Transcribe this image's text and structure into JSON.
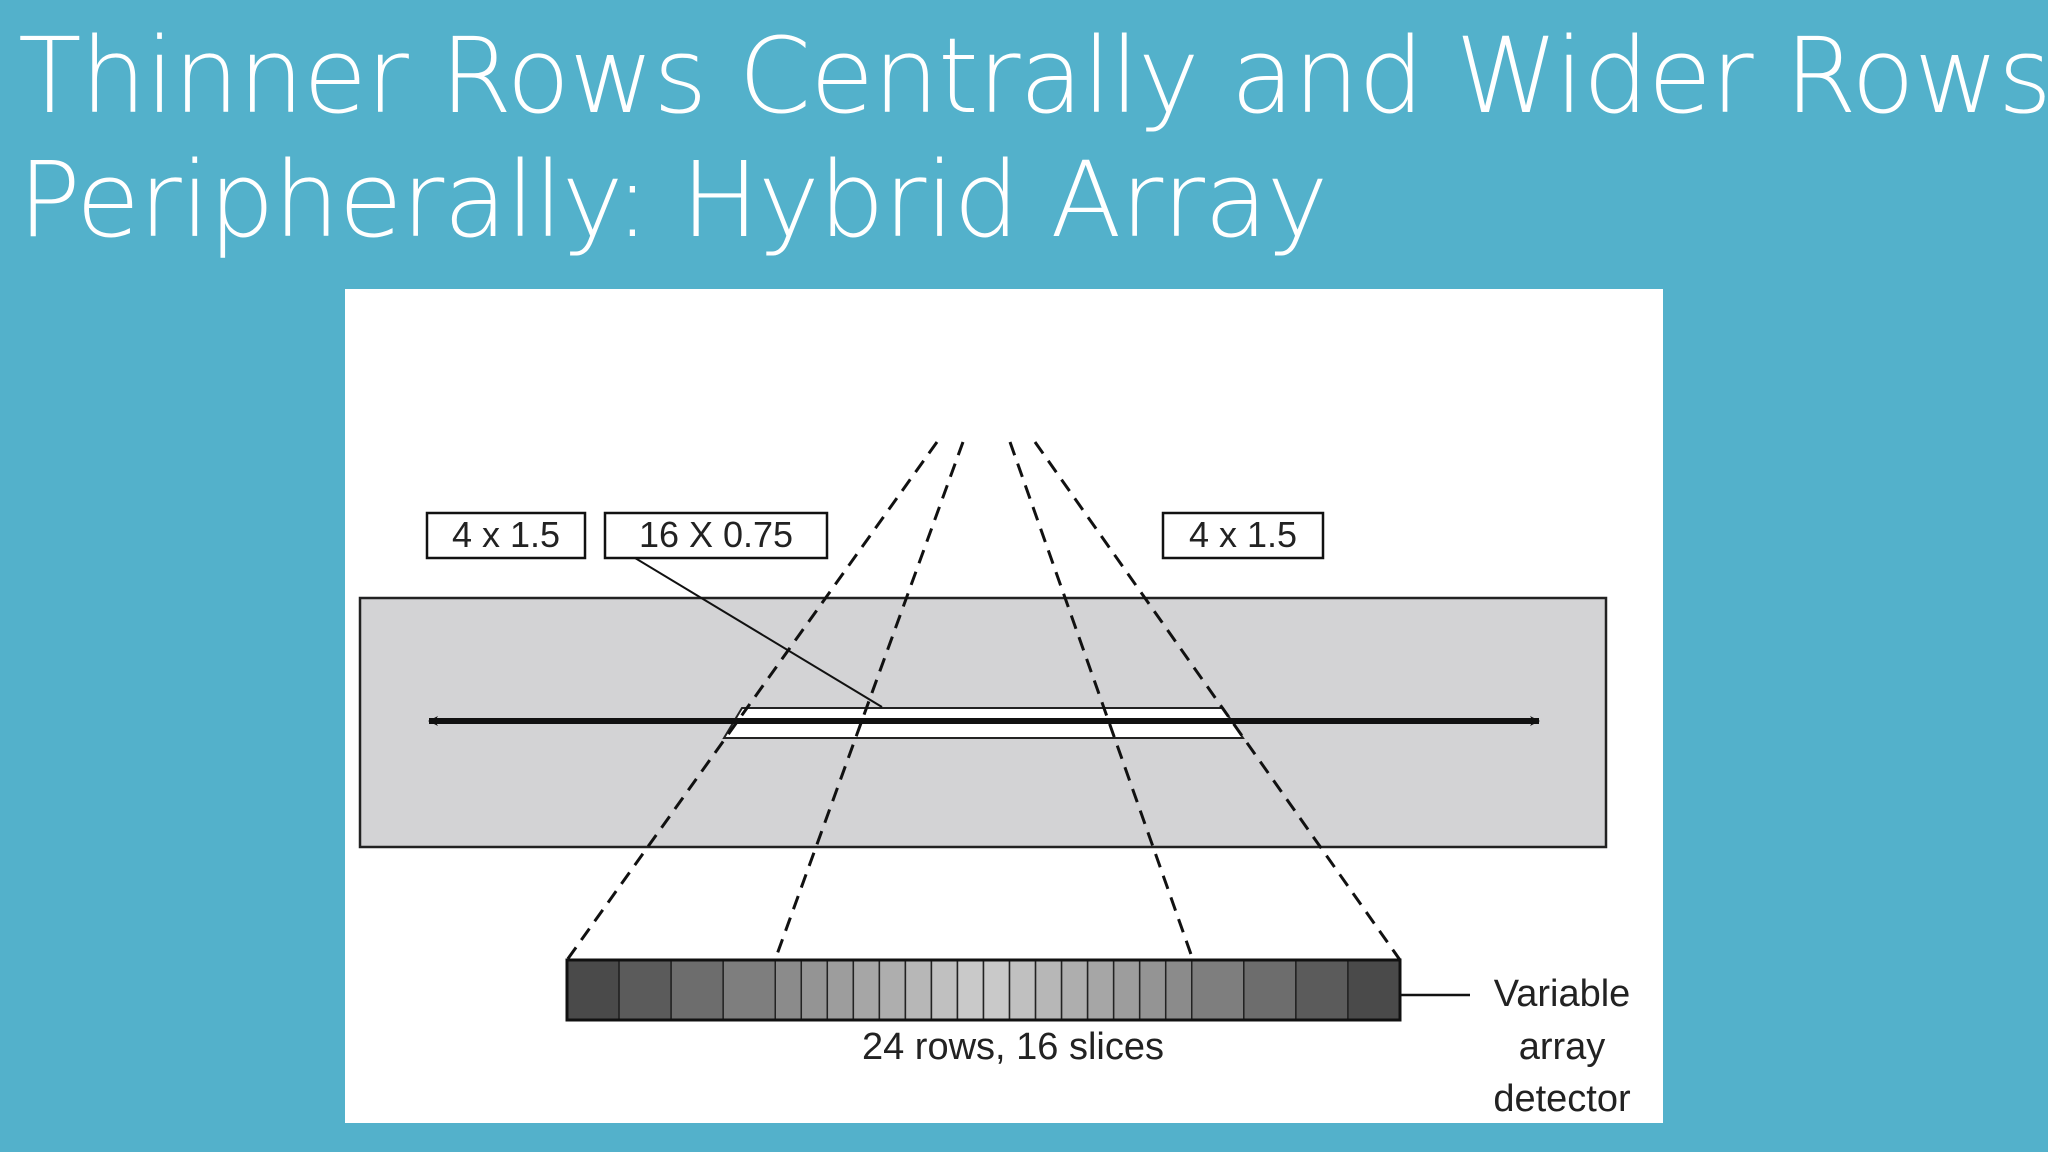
{
  "slide": {
    "title_line1": "Thinner Rows Centrally and Wider Rows",
    "title_line2": "Peripherally: Hybrid Array"
  },
  "diagram": {
    "label_left": "4 x 1.5",
    "label_center": "16 X 0.75",
    "label_right": "4 x 1.5",
    "detector_caption": "24 rows, 16 slices",
    "detector_label_line1": "Variable",
    "detector_label_line2": "array",
    "detector_label_line3": "detector",
    "detector_rows": 24,
    "outer_rows_each_side": 4
  },
  "colors": {
    "background": "#53b1cb",
    "title_text": "#ffffff",
    "table_gray": "#d3d3d5",
    "tube_gray": "#d8d8d8"
  }
}
